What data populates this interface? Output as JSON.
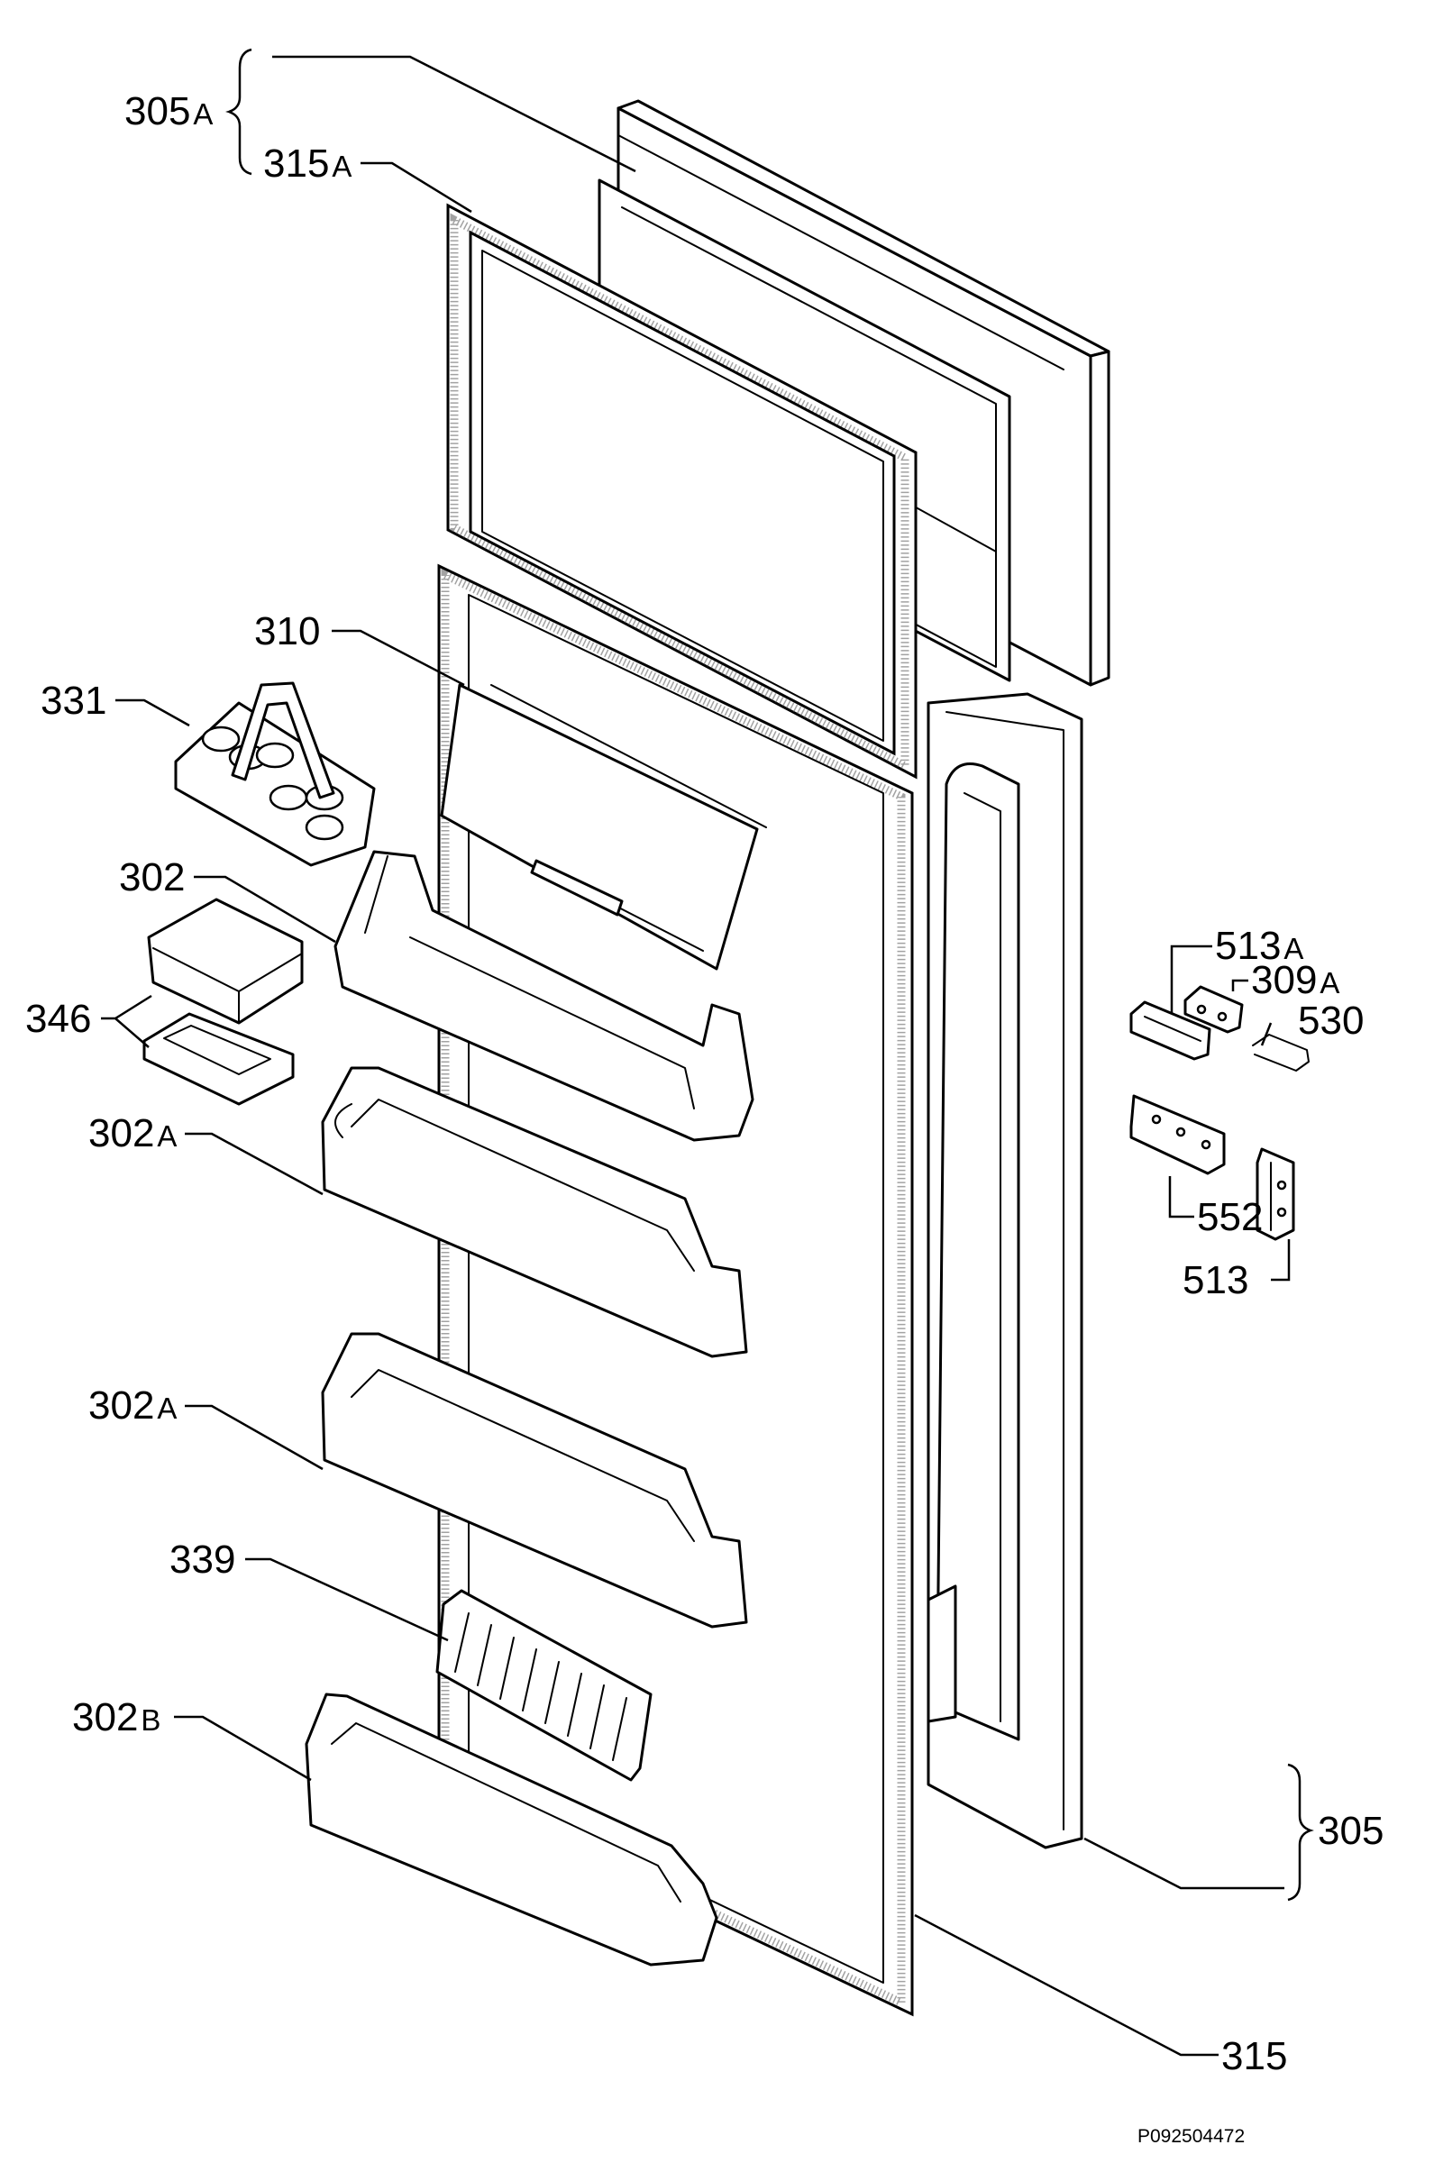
{
  "diagram": {
    "labels": {
      "l305a": {
        "num": "305",
        "suffix": "A"
      },
      "l315a": {
        "num": "315",
        "suffix": "A"
      },
      "l310": {
        "num": "310",
        "suffix": ""
      },
      "l331": {
        "num": "331",
        "suffix": ""
      },
      "l302": {
        "num": "302",
        "suffix": ""
      },
      "l346": {
        "num": "346",
        "suffix": ""
      },
      "l302a1": {
        "num": "302",
        "suffix": "A"
      },
      "l302a2": {
        "num": "302",
        "suffix": "A"
      },
      "l339": {
        "num": "339",
        "suffix": ""
      },
      "l302b": {
        "num": "302",
        "suffix": "B"
      },
      "l513a": {
        "num": "513",
        "suffix": "A"
      },
      "l309a": {
        "num": "309",
        "suffix": "A"
      },
      "l530": {
        "num": "530",
        "suffix": ""
      },
      "l552": {
        "num": "552",
        "suffix": ""
      },
      "l513": {
        "num": "513",
        "suffix": ""
      },
      "l305": {
        "num": "305",
        "suffix": ""
      },
      "l315": {
        "num": "315",
        "suffix": ""
      }
    },
    "image_code": "P092504472"
  }
}
